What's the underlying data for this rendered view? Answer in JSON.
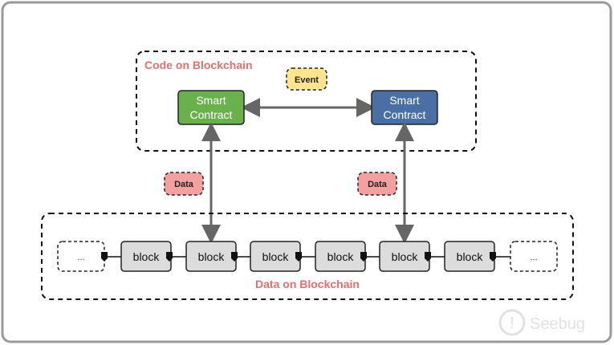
{
  "code_region": {
    "title": "Code on Blockchain"
  },
  "event_tag": "Event",
  "contracts": [
    {
      "line1": "Smart",
      "line2": "Contract",
      "color": "#6ab04c"
    },
    {
      "line1": "Smart",
      "line2": "Contract",
      "color": "#4a6fa5"
    }
  ],
  "data_tags": [
    "Data",
    "Data"
  ],
  "data_region": {
    "title": "Data on Blockchain"
  },
  "chain": {
    "ellipsis": "...",
    "blocks": [
      "block",
      "block",
      "block",
      "block",
      "block",
      "block"
    ]
  },
  "colors": {
    "title_red": "#e07070",
    "event_fill": "#ffe58f",
    "data_fill": "#f4a0a0",
    "block_fill": "#dcdcdc",
    "arrow": "#666666"
  },
  "watermark": "Seebug"
}
